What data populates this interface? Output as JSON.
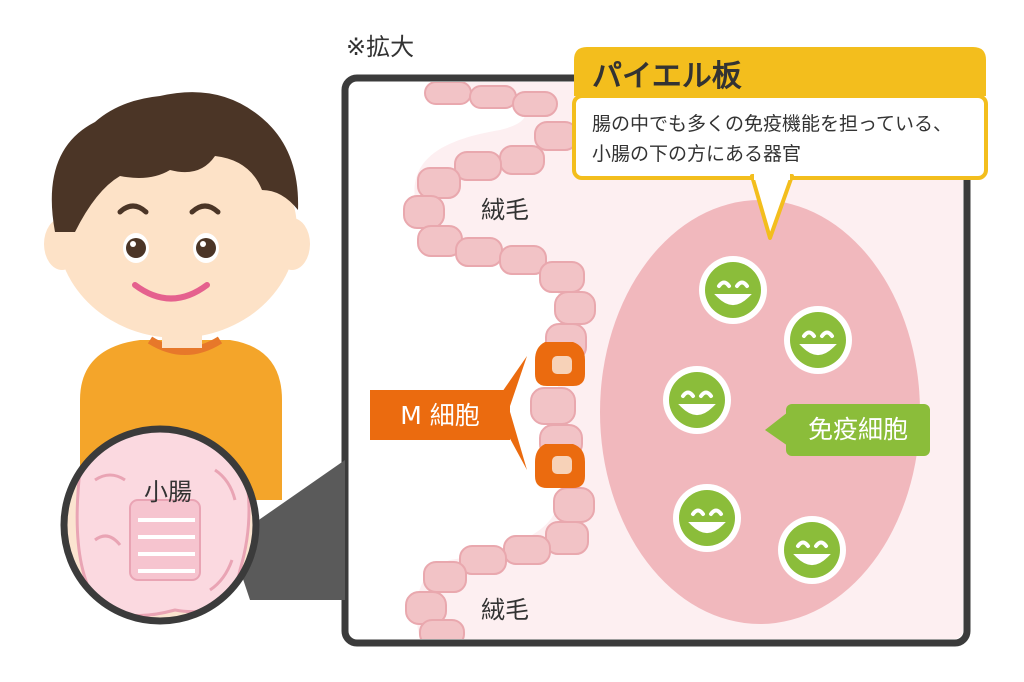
{
  "note_zoom": "※拡大",
  "peyer": {
    "title": "パイエル板",
    "desc_line1": "腸の中でも多くの免疫機能を担っている、",
    "desc_line2": "小腸の下の方にある器官"
  },
  "labels": {
    "villi_top": "絨毛",
    "villi_bottom": "絨毛",
    "small_intestine": "小腸",
    "m_cell": "M 細胞",
    "immune_cell": "免疫細胞"
  },
  "colors": {
    "frame": "#3b3b3b",
    "villus_fill": "#f2c3c6",
    "villus_edge": "#e7a2a8",
    "lumen_bg": "#fdeff1",
    "peyer_patch": "#f1b8bd",
    "callout_yellow": "#f3be1d",
    "m_cell_orange": "#eb6b0f",
    "immune_green": "#8bbd3a",
    "immune_face": "#4e9a2a",
    "shirt": "#f4a52a",
    "skin": "#fde2c7",
    "hair": "#4b3526"
  },
  "icons": {
    "immune_cell": "smiling-cell-icon",
    "boy": "boy-figure",
    "magnifier": "magnifier-lens-icon"
  }
}
